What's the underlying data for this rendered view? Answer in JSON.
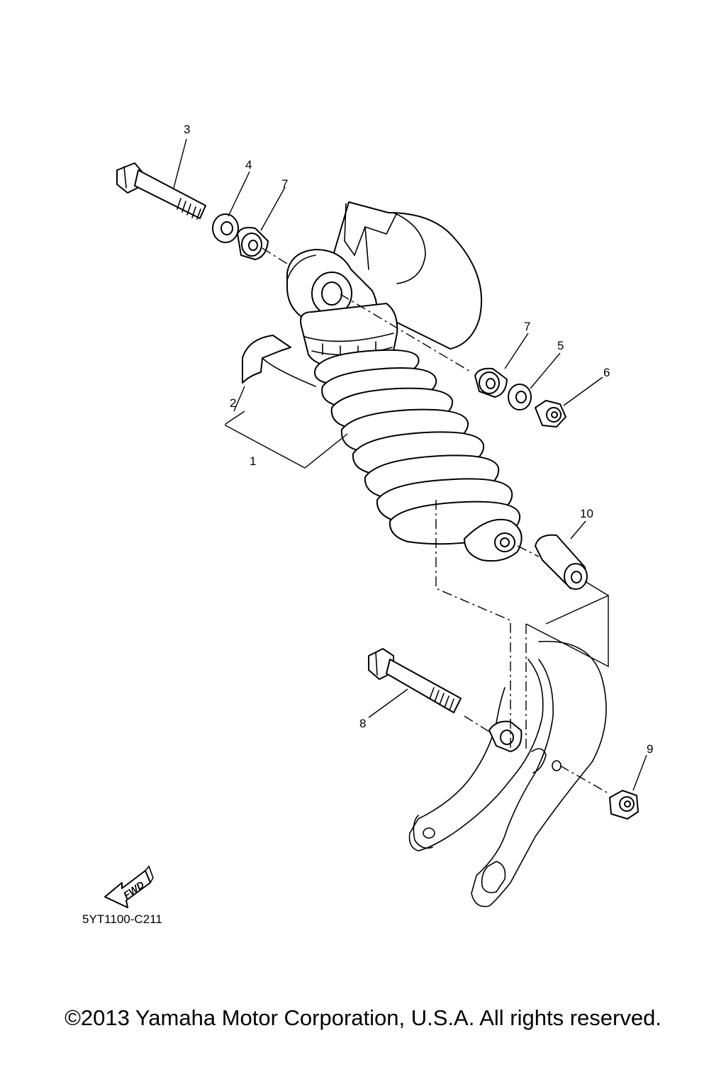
{
  "callouts": {
    "c1": "1",
    "c2": "2",
    "c3": "3",
    "c4": "4",
    "c5": "5",
    "c6": "6",
    "c7a": "7",
    "c7b": "7",
    "c8": "8",
    "c9": "9",
    "c10": "10"
  },
  "fwd_arrow_label": "FWD",
  "drawing_code": "5YT1100-C211",
  "copyright": "©2013 Yamaha Motor Corporation, U.S.A. All rights reserved."
}
